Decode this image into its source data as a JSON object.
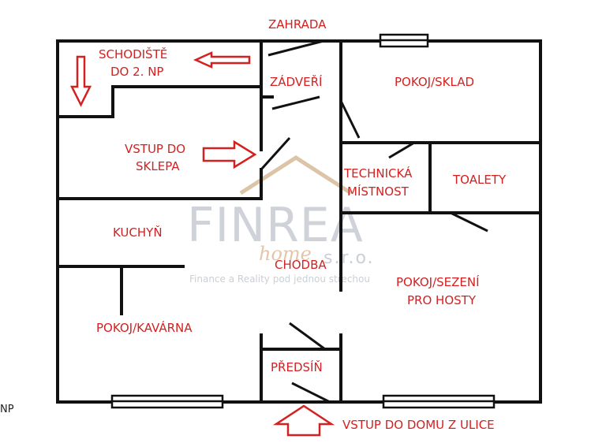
{
  "labels": {
    "zahrada": "ZAHRADA",
    "schodiste_1": "SCHODIŠTĚ",
    "schodiste_2": "DO 2. NP",
    "zadveri": "ZÁDVEŘÍ",
    "pokoj_sklad": "POKOJ/SKLAD",
    "vstup_sklep_1": "VSTUP DO",
    "vstup_sklep_2": "SKLEPA",
    "technicka_1": "TECHNICKÁ",
    "technicka_2": "MÍSTNOST",
    "toalety": "TOALETY",
    "kuchyn": "KUCHYŇ",
    "chodba": "CHODBA",
    "pokoj_sezeni_1": "POKOJ/SEZENÍ",
    "pokoj_sezeni_2": "PRO HOSTY",
    "pokoj_kavarna": "POKOJ/KAVÁRNA",
    "predsin": "PŘEDSÍŇ",
    "vstup_ulice": "VSTUP DO DOMU Z ULICE",
    "edge_np": "NP"
  },
  "watermark": {
    "brand": "FINREA",
    "sub": "home",
    "suffix": "s.r.o.",
    "tagline": "Finance a Reality pod jednou střechou"
  },
  "colors": {
    "label": "#d42020",
    "wall": "#111111",
    "watermark": "#a8b0bb"
  }
}
